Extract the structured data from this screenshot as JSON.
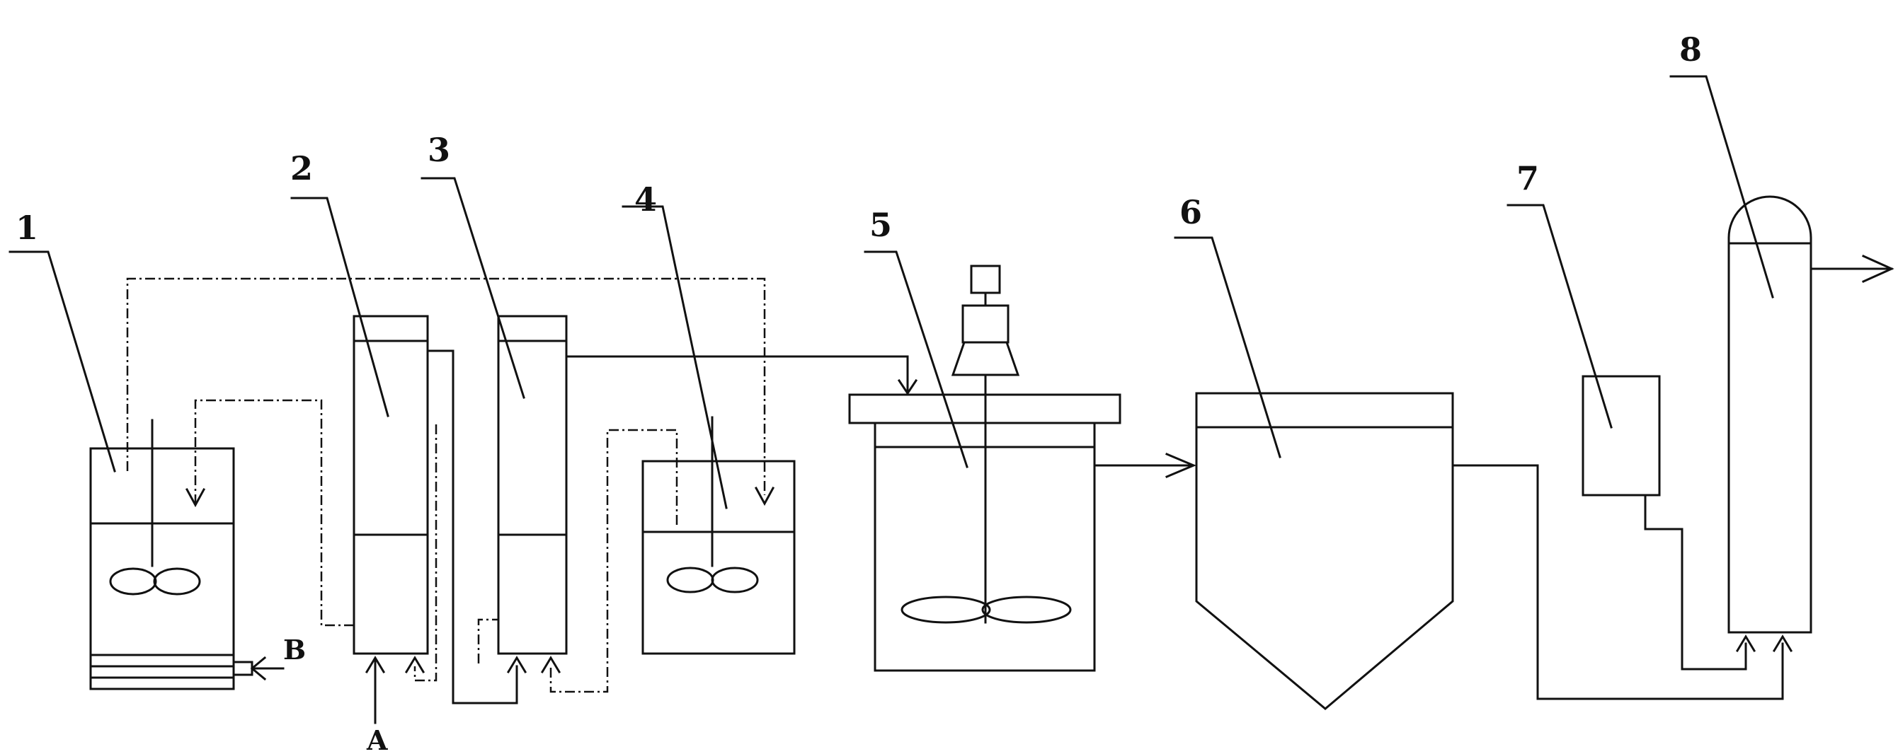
{
  "labels": {
    "unit1": "1",
    "unit2": "2",
    "unit3": "3",
    "unit4": "4",
    "unit5": "5",
    "unit6": "6",
    "unit7": "7",
    "unit8": "8",
    "inlet_a": "A",
    "inlet_b": "B"
  }
}
